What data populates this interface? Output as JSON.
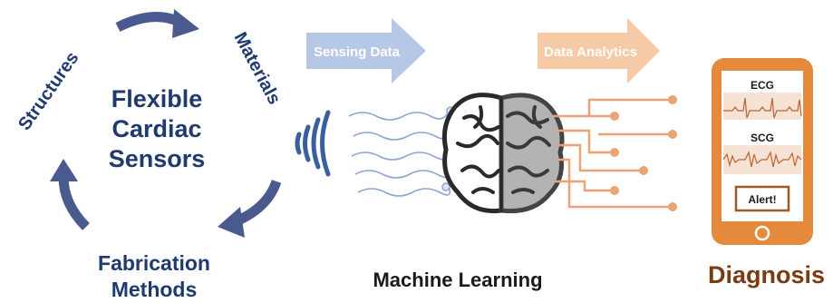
{
  "cycle": {
    "center_lines": [
      "Flexible",
      "Cardiac",
      "Sensors"
    ],
    "structures": "Structures",
    "materials": "Materials",
    "fabrication_lines": [
      "Fabrication",
      "Methods"
    ]
  },
  "arrows": {
    "sensing": "Sensing Data",
    "analytics": "Data Analytics"
  },
  "ml": {
    "label": "Machine Learning"
  },
  "phone": {
    "ecg": "ECG",
    "scg": "SCG",
    "alert": "Alert!"
  },
  "diagnosis": {
    "label": "Diagnosis"
  },
  "colors": {
    "navy": "#1f3a6e",
    "cycle_arrow": "#4a5a8e",
    "sensing_arrow": "#b7c7e6",
    "analytics_arrow": "#f6c9a7",
    "phone_orange": "#e58a3c",
    "neural": "#eaa477",
    "diagnosis_brown": "#7b3b12"
  }
}
